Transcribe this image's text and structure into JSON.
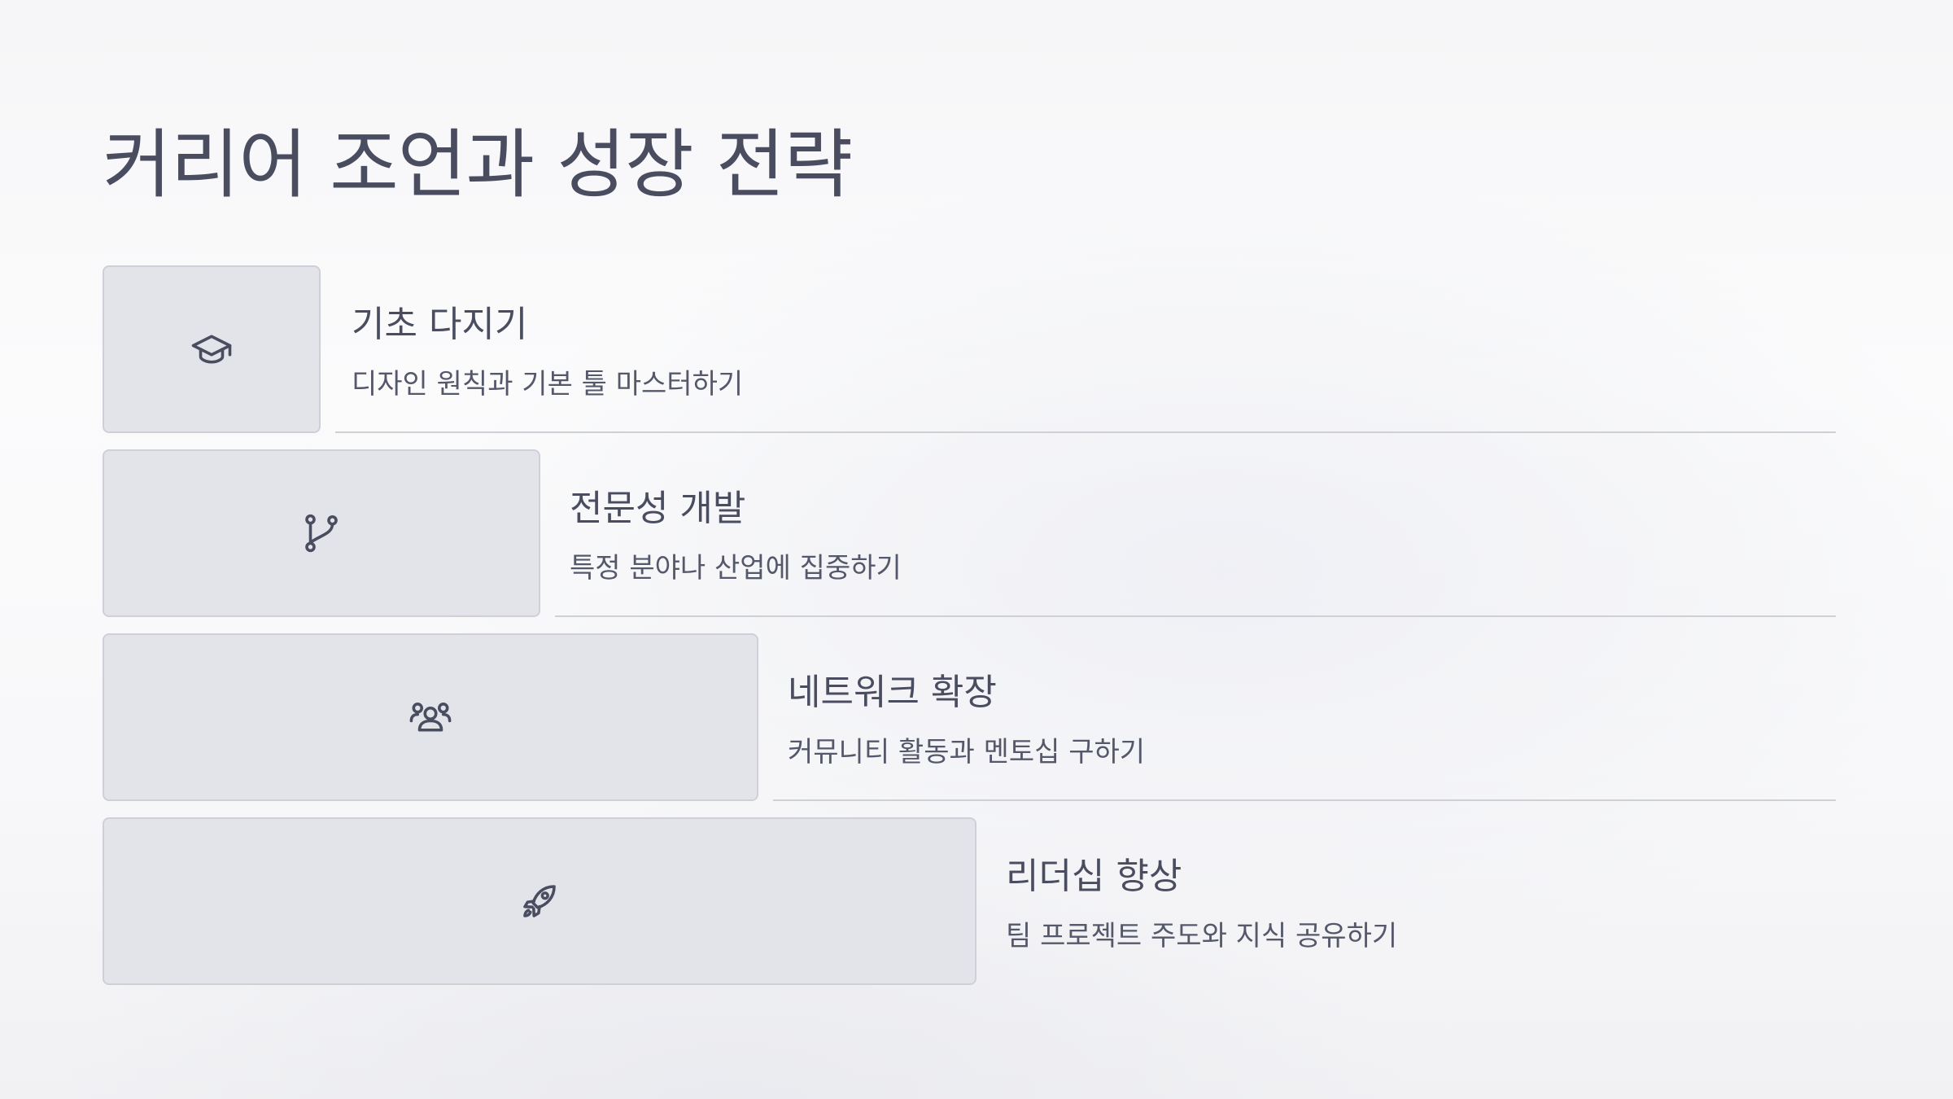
{
  "title": "커리어 조언과 성장 전략",
  "steps": [
    {
      "title": "기초 다지기",
      "description": "디자인 원칙과 기본 툴 마스터하기",
      "icon": "graduation-cap-icon"
    },
    {
      "title": "전문성 개발",
      "description": "특정 분야나 산업에 집중하기",
      "icon": "git-branch-icon"
    },
    {
      "title": "네트워크 확장",
      "description": "커뮤니티 활동과 멘토십 구하기",
      "icon": "users-icon"
    },
    {
      "title": "리더십 향상",
      "description": "팀 프로젝트 주도와 지식 공유하기",
      "icon": "rocket-icon"
    }
  ],
  "colors": {
    "text": "#4a4d60",
    "card_fill": "#e3e4e9",
    "card_border": "#cfd0d7",
    "divider": "#cfd0d6"
  }
}
